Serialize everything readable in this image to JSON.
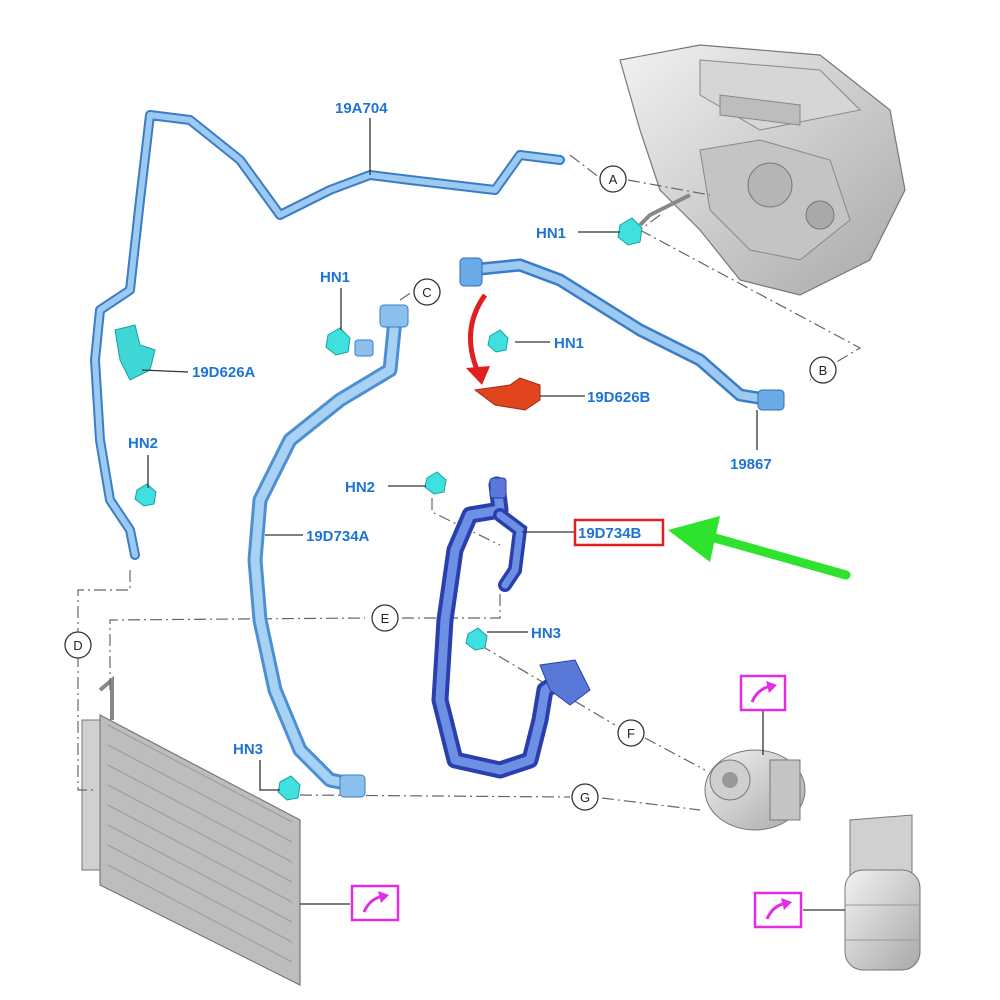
{
  "labels": {
    "tube_19a704": "19A704",
    "bracket_19d626a": "19D626A",
    "bracket_19d626b": "19D626B",
    "line_19867": "19867",
    "hose_19d734a": "19D734A",
    "hose_19d734b": "19D734B",
    "nut_hn1_top": "HN1",
    "nut_hn1_left": "HN1",
    "nut_hn1_mid": "HN1",
    "nut_hn2_left": "HN2",
    "nut_hn2_mid": "HN2",
    "nut_hn3_left": "HN3",
    "nut_hn3_mid": "HN3"
  },
  "connectors": [
    "A",
    "B",
    "C",
    "D",
    "E",
    "F",
    "G"
  ],
  "colors": {
    "label_blue": "#1f73d6",
    "pipe_light": "#8cc0ec",
    "pipe_mid": "#5a9fdc",
    "hose_dark": "#3f5fc8",
    "nut_cyan": "#3fe0e0",
    "bracket_red": "#e0451e",
    "highlight_box": "#e02020",
    "pointer_arrow": "#2ee22e",
    "link_icon": "#e22ee2"
  },
  "icons": [
    "link-icon",
    "link-icon",
    "link-icon"
  ]
}
